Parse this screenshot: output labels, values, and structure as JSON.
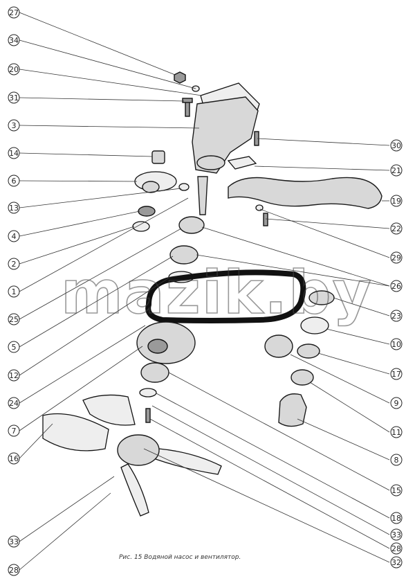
{
  "left_callouts": [
    "27",
    "34",
    "20",
    "31",
    "3",
    "14",
    "6",
    "13",
    "4",
    "2",
    "1",
    "25",
    "5",
    "12",
    "24",
    "7",
    "16",
    "33",
    "28"
  ],
  "right_callouts": [
    "30",
    "21",
    "19",
    "22",
    "29",
    "26",
    "23",
    "10",
    "17",
    "9",
    "11",
    "8",
    "15",
    "18",
    "33",
    "28",
    "32"
  ],
  "watermark": "mazik.by",
  "caption": "Рис. 15 Водяной насос и вентилятор."
}
